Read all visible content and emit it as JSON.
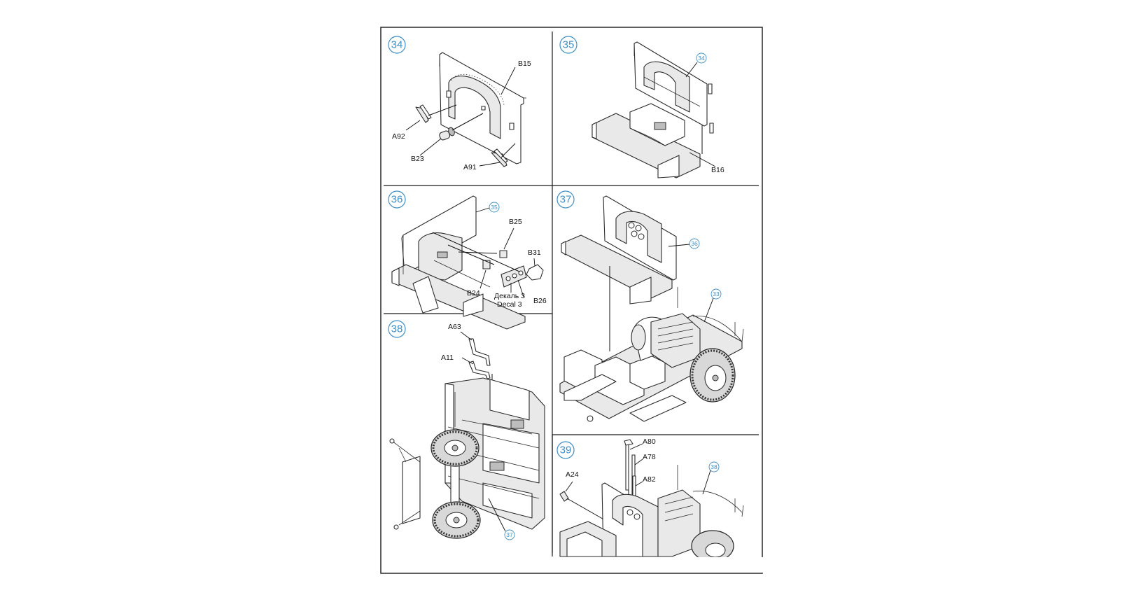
{
  "steps": [
    {
      "number": "34",
      "parts": [
        "B15",
        "A92",
        "B23",
        "A91"
      ]
    },
    {
      "number": "35",
      "parts": [
        "B16"
      ],
      "ref": "34"
    },
    {
      "number": "36",
      "parts": [
        "B25",
        "B31",
        "B24",
        "B26"
      ],
      "ref": "35",
      "decal_ru": "Декаль 3",
      "decal_en": "Decal 3"
    },
    {
      "number": "37",
      "refs": [
        "36",
        "33"
      ]
    },
    {
      "number": "38",
      "parts": [
        "A63",
        "A11"
      ],
      "ref": "37"
    },
    {
      "number": "39",
      "parts": [
        "A80",
        "A78",
        "A24",
        "A82"
      ],
      "ref": "38"
    }
  ],
  "colors": {
    "step_accent": "#3d8fc6",
    "line": "#1a1a1a"
  }
}
